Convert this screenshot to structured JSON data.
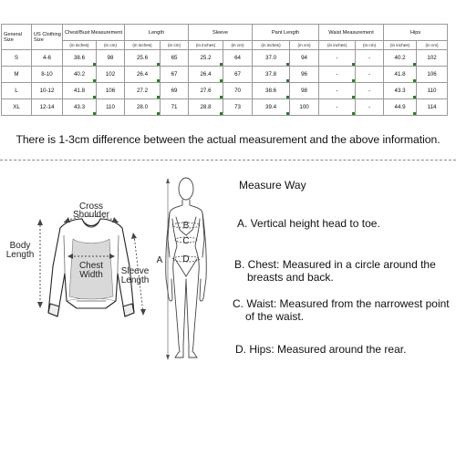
{
  "table": {
    "col_general": "General Size",
    "col_us": "US Clothing Size",
    "groups": [
      "Chest/Bust Measurement",
      "Length",
      "Sleeve",
      "Pant Length",
      "Waist Measurement",
      "Hips"
    ],
    "unit_in": "(in inches)",
    "unit_cm": "(in cm)",
    "rows": [
      {
        "size": "S",
        "us": "4-6",
        "cells": [
          "38.6",
          "98",
          "25.6",
          "65",
          "25.2",
          "64",
          "37.0",
          "94",
          "-",
          "-",
          "40.2",
          "102"
        ]
      },
      {
        "size": "M",
        "us": "8-10",
        "cells": [
          "40.2",
          "102",
          "26.4",
          "67",
          "26.4",
          "67",
          "37.8",
          "96",
          "-",
          "-",
          "41.8",
          "106"
        ]
      },
      {
        "size": "L",
        "us": "10-12",
        "cells": [
          "41.8",
          "106",
          "27.2",
          "69",
          "27.6",
          "70",
          "38.6",
          "98",
          "-",
          "-",
          "43.3",
          "110"
        ]
      },
      {
        "size": "XL",
        "us": "12-14",
        "cells": [
          "43.3",
          "110",
          "28.0",
          "71",
          "28.8",
          "73",
          "39.4",
          "100",
          "-",
          "-",
          "44.9",
          "114"
        ]
      }
    ]
  },
  "note": "There is 1-3cm difference between the actual measurement and the above information.",
  "diagram": {
    "cross_shoulder_1": "Cross",
    "cross_shoulder_2": "Shoulder",
    "body_length_1": "Body",
    "body_length_2": "Length",
    "chest_width_1": "Chest",
    "chest_width_2": "Width",
    "sleeve_length_1": "Sleeve",
    "sleeve_length_2": "Length",
    "mark_a": "A",
    "mark_b": "B",
    "mark_c": "C",
    "mark_d": "D"
  },
  "measure": {
    "title": "Measure Way",
    "a": "A. Vertical height head to toe.",
    "b1": "B. Chest: Measured in a circle around the",
    "b2": "breasts and back.",
    "c1": "C. Waist: Measured from the narrowest point",
    "c2": "of the waist.",
    "d": "D. Hips: Measured around the rear."
  }
}
